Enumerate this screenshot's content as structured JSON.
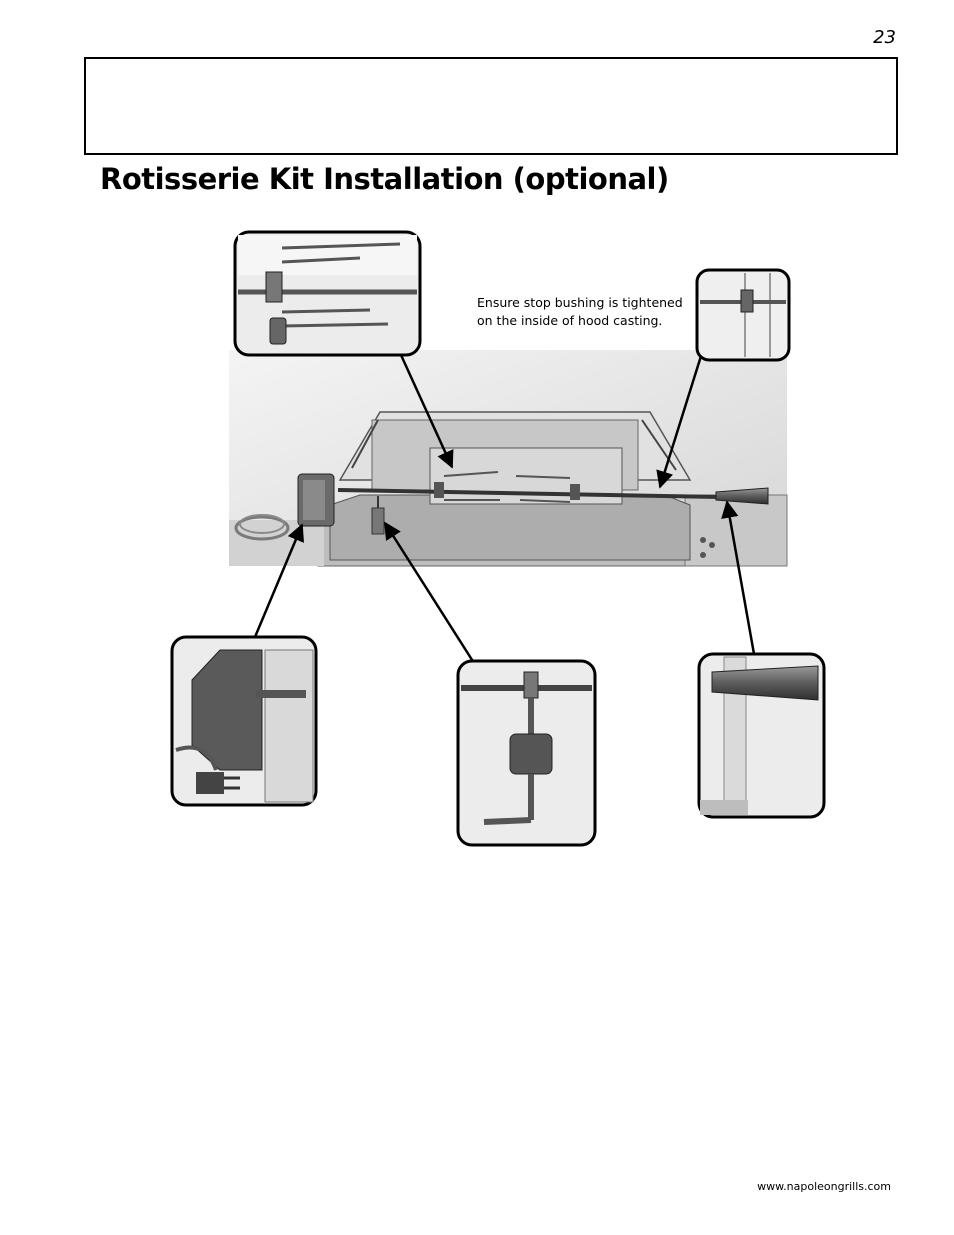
{
  "page_number": "23",
  "title": "Rotisserie Kit Installation (optional)",
  "note": {
    "line1": "Ensure stop bushing is tightened",
    "line2": "on the inside of hood casting."
  },
  "footer": "www.napoleongrills.com",
  "figure_icons": {
    "grill": "rotisserie-grill-illustration",
    "forks": "rotisserie-forks-detail",
    "bushing": "stop-bushing-detail",
    "motor": "rotisserie-motor-detail",
    "counterweight": "counterweight-detail",
    "handle": "spit-handle-detail"
  }
}
